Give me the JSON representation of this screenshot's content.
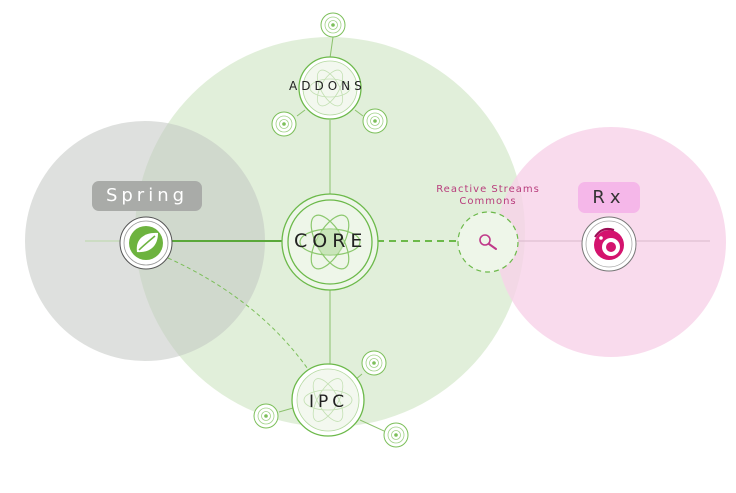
{
  "labels": {
    "addons": "ADDONS",
    "core": "CORE",
    "ipc": "IPC",
    "spring": "Spring",
    "rx": "Rx",
    "reactive_streams_line1": "Reactive Streams",
    "reactive_streams_line2": "Commons"
  },
  "colors": {
    "core_region": "#cfe5c3",
    "spring_region": "#c4c9c4",
    "rx_region": "#f8d2e8",
    "node_stroke": "#6cb94a",
    "dashed_link": "#6cb94a",
    "rx_logo": "#d4136e",
    "spring_logo": "#6db33f"
  },
  "icons": [
    "spring-leaf-icon",
    "rx-eel-icon",
    "magnifier-icon",
    "atom-node-icon"
  ]
}
